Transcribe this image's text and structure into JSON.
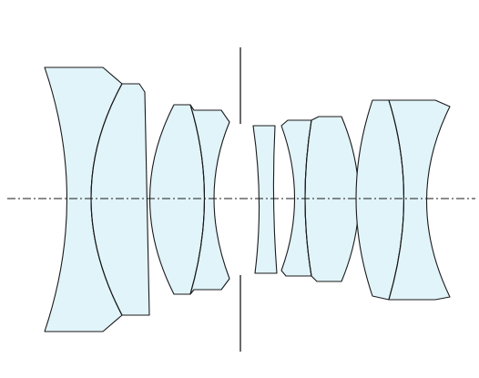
{
  "diagram": {
    "kind": "optical-lens-cross-section",
    "element_count": 9,
    "group_count": 6,
    "colors": {
      "glass": "#e1f4fa",
      "outline": "#1a1a1a",
      "background": "#ffffff"
    }
  }
}
